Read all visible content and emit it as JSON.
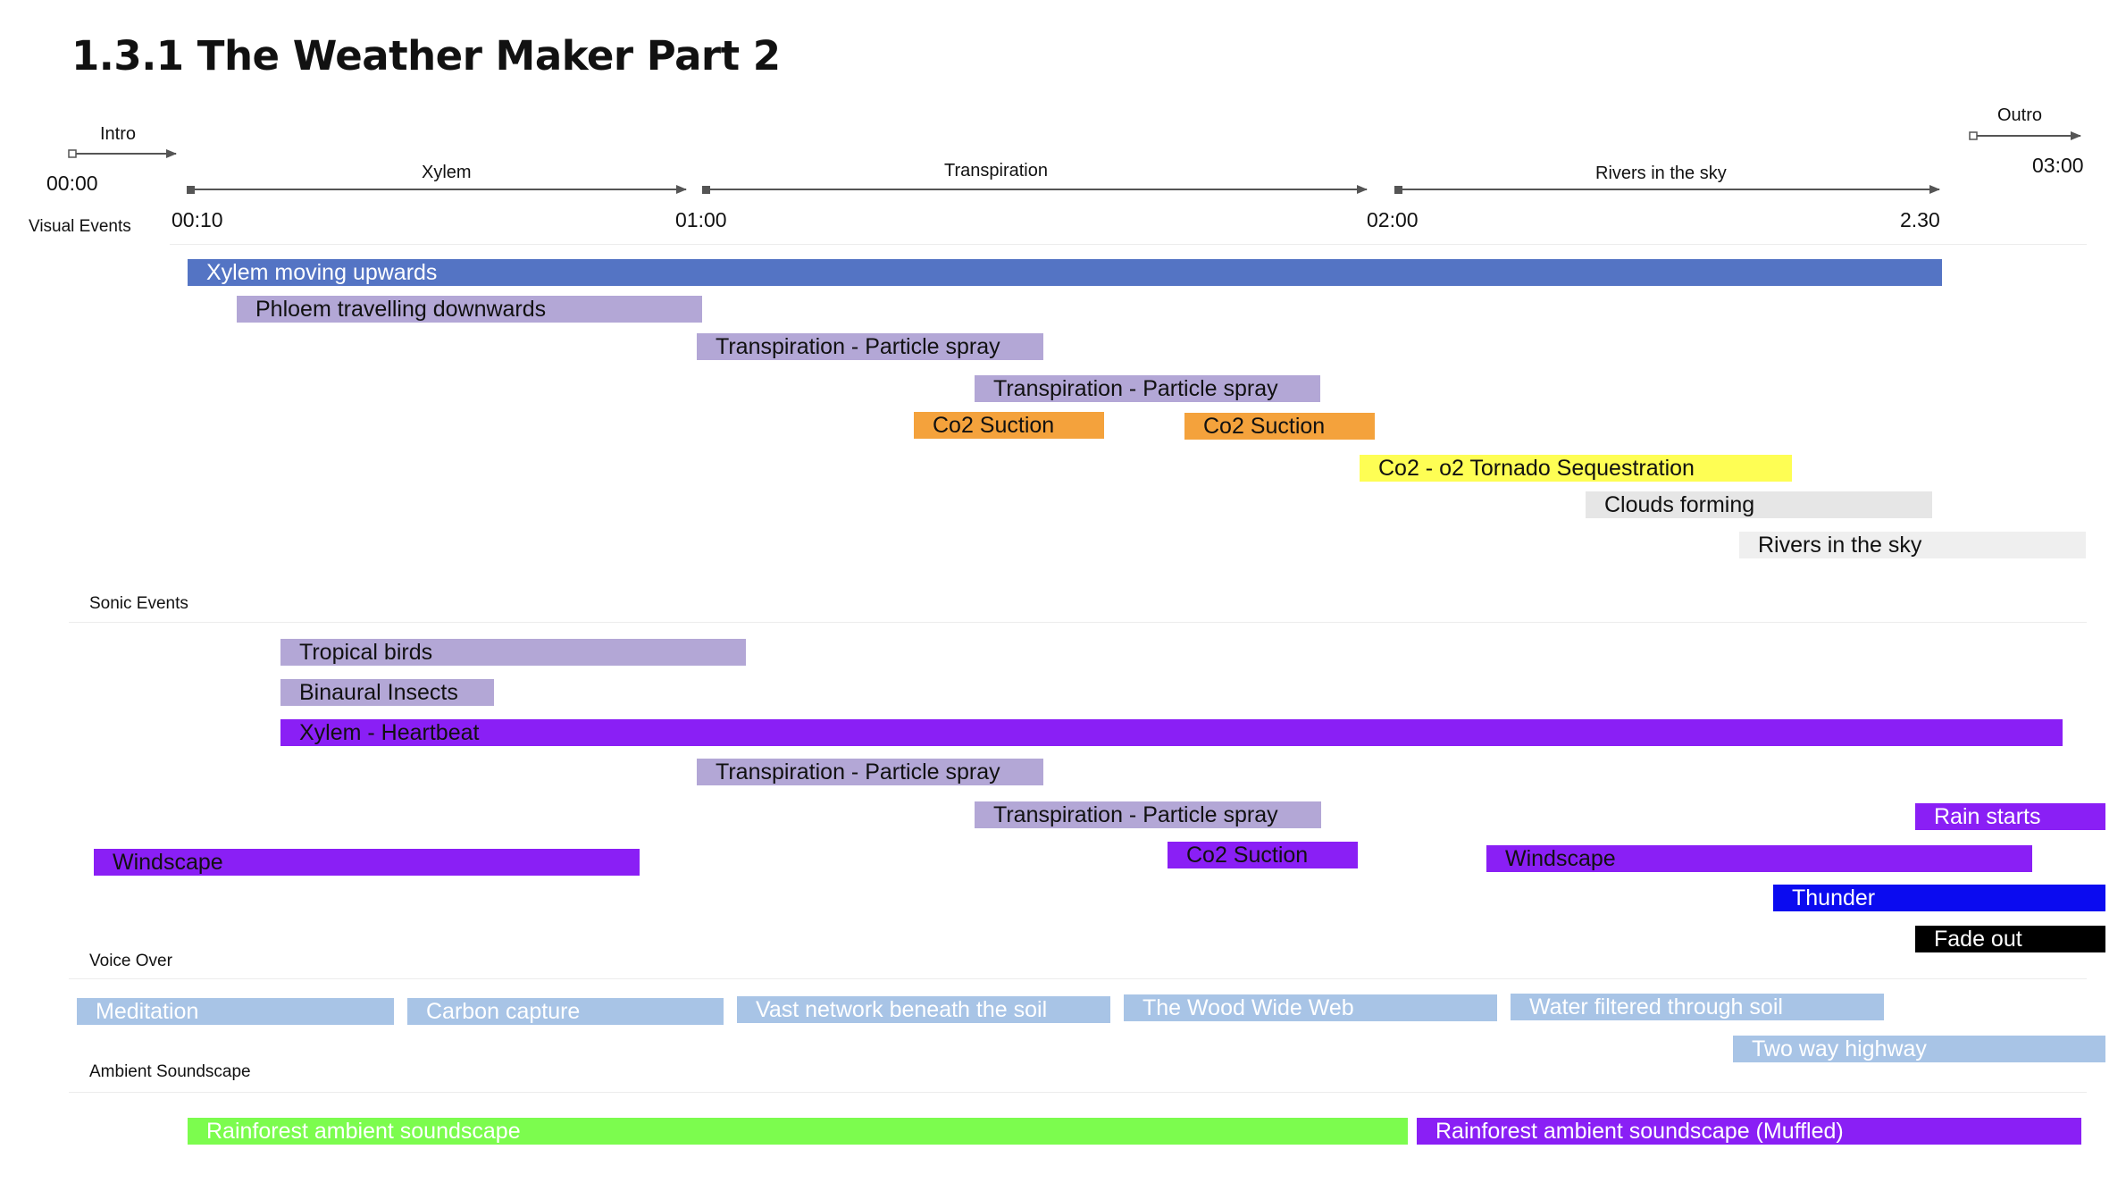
{
  "title": "1.3.1 The Weather Maker Part 2",
  "timeline": {
    "segments": [
      {
        "label": "Intro"
      },
      {
        "label": "Xylem"
      },
      {
        "label": "Transpiration"
      },
      {
        "label": "Rivers in the sky"
      },
      {
        "label": "Outro"
      }
    ],
    "times": [
      "00:00",
      "00:10",
      "01:00",
      "02:00",
      "2.30",
      "03:00"
    ]
  },
  "sections": {
    "visual": "Visual Events",
    "sonic": "Sonic Events",
    "voice": "Voice Over",
    "ambient": "Ambient Soundscape"
  },
  "colors": {
    "blue_bar": "#5474c4",
    "lavender": "#b3a7d6",
    "orange": "#f4a23c",
    "yellow": "#fefe54",
    "light_gray": "#e6e6e6",
    "lighter_gray": "#efefef",
    "purple": "#8a1ff5",
    "royal_blue": "#0b0bf0",
    "black": "#000000",
    "pale_blue": "#a8c4e6",
    "green": "#7cfc4e",
    "divider": "#ececec"
  },
  "bars": {
    "visual": [
      {
        "label": "Xylem moving upwards"
      },
      {
        "label": "Phloem travelling downwards"
      },
      {
        "label": "Transpiration - Particle spray"
      },
      {
        "label": "Transpiration - Particle spray"
      },
      {
        "label": "Co2 Suction"
      },
      {
        "label": "Co2 Suction"
      },
      {
        "label": "Co2 - o2 Tornado Sequestration"
      },
      {
        "label": "Clouds forming"
      },
      {
        "label": "Rivers in the sky"
      }
    ],
    "sonic": [
      {
        "label": "Tropical birds"
      },
      {
        "label": "Binaural Insects"
      },
      {
        "label": "Xylem - Heartbeat"
      },
      {
        "label": "Transpiration - Particle spray"
      },
      {
        "label": "Transpiration - Particle spray"
      },
      {
        "label": "Rain starts"
      },
      {
        "label": "Windscape"
      },
      {
        "label": "Co2 Suction"
      },
      {
        "label": "Windscape"
      },
      {
        "label": "Thunder"
      },
      {
        "label": "Fade out"
      }
    ],
    "voice": [
      {
        "label": "Meditation"
      },
      {
        "label": "Carbon capture"
      },
      {
        "label": "Vast network beneath the soil"
      },
      {
        "label": "The Wood Wide Web"
      },
      {
        "label": "Water filtered through soil"
      },
      {
        "label": "Two way highway"
      }
    ],
    "ambient": [
      {
        "label": "Rainforest ambient soundscape"
      },
      {
        "label": "Rainforest ambient soundscape (Muffled)"
      }
    ]
  }
}
